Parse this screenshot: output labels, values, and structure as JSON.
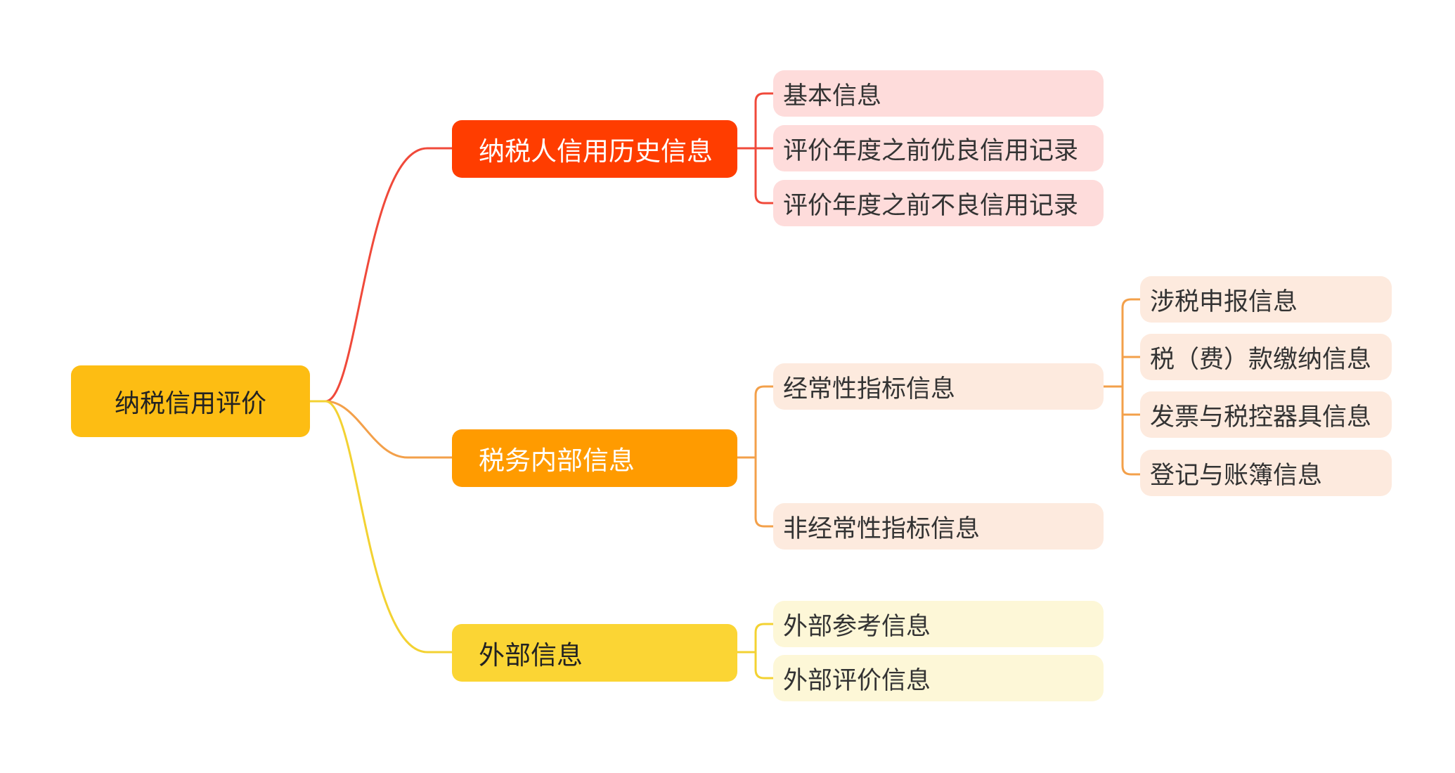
{
  "colors": {
    "root": "#fdbd13",
    "history": "#ff3d00",
    "internal": "#ff9b00",
    "external": "#fbd534",
    "history_leaf": "#fedcdb",
    "internal_leaf": "#fdeade",
    "external_leaf": "#fdf7d7",
    "line_history": "#f0493a",
    "line_internal": "#f3a04a",
    "line_external": "#f3d232"
  },
  "root": {
    "label": "纳税信用评价"
  },
  "branches": [
    {
      "label": "纳税人信用历史信息",
      "children": [
        {
          "label": "基本信息"
        },
        {
          "label": "评价年度之前优良信用记录"
        },
        {
          "label": "评价年度之前不良信用记录"
        }
      ]
    },
    {
      "label": "税务内部信息",
      "children": [
        {
          "label": "经常性指标信息",
          "children": [
            {
              "label": "涉税申报信息"
            },
            {
              "label": "税（费）款缴纳信息"
            },
            {
              "label": "发票与税控器具信息"
            },
            {
              "label": "登记与账簿信息"
            }
          ]
        },
        {
          "label": "非经常性指标信息"
        }
      ]
    },
    {
      "label": "外部信息",
      "children": [
        {
          "label": "外部参考信息"
        },
        {
          "label": "外部评价信息"
        }
      ]
    }
  ]
}
